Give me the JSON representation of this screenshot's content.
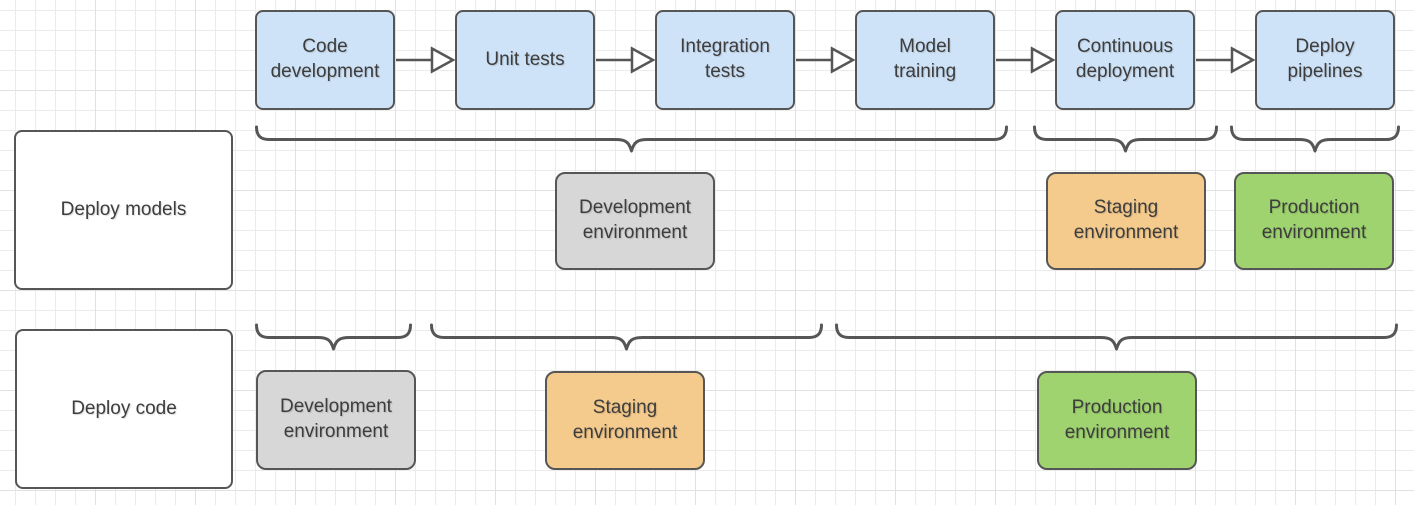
{
  "diagram": {
    "pipeline_steps": [
      "Code development",
      "Unit tests",
      "Integration tests",
      "Model training",
      "Continuous deployment",
      "Deploy pipelines"
    ],
    "rows": [
      {
        "label": "Deploy models",
        "environments": [
          "Development environment",
          "Staging environment",
          "Production environment"
        ]
      },
      {
        "label": "Deploy code",
        "environments": [
          "Development environment",
          "Staging environment",
          "Production environment"
        ]
      }
    ]
  },
  "colors": {
    "process_fill": "#cfe3f8",
    "development_fill": "#d7d7d7",
    "staging_fill": "#f5cb8d",
    "production_fill": "#9fd36f",
    "label_fill": "#ffffff",
    "shape_stroke": "#565656",
    "text": "#3d3d3d",
    "grid_line": "#ebebeb",
    "grid_major": "#e1e1e1",
    "background": "#ffffff"
  }
}
